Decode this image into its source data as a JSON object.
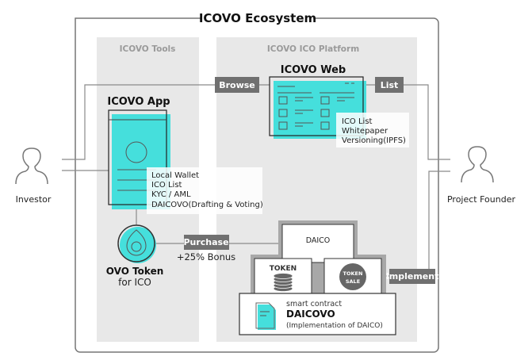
{
  "title": "ICOVO Ecosystem",
  "panels": {
    "tools": "ICOVO Tools",
    "platform": "ICOVO ICO Platform"
  },
  "actors": {
    "investor": "Investor",
    "founder": "Project Founder"
  },
  "labels": {
    "browse": "Browse",
    "list": "List",
    "purchase": "Purchase",
    "bonus": "+25% Bonus",
    "implement": "Implement"
  },
  "web": {
    "title": "ICOVO Web",
    "features": [
      "ICO List",
      "Whitepaper",
      "Versioning(IPFS)"
    ]
  },
  "app": {
    "title": "ICOVO App",
    "features": [
      "Local Wallet",
      "ICO List",
      "KYC / AML",
      "DAICOVO(Drafting & Voting)"
    ]
  },
  "token": {
    "name": "OVO Token",
    "sub": "for ICO"
  },
  "daico": {
    "top": "DAICO",
    "token": "TOKEN",
    "sale_line1": "TOKEN",
    "sale_line2": "SALE",
    "contract_label": "smart contract",
    "contract_name": "DAICOVO",
    "contract_desc": "(Implementation of DAICO)"
  },
  "colors": {
    "accent": "#45dfdc",
    "panel": "#e8e8e8",
    "tag": "#707070",
    "line": "#8a8a8a"
  }
}
